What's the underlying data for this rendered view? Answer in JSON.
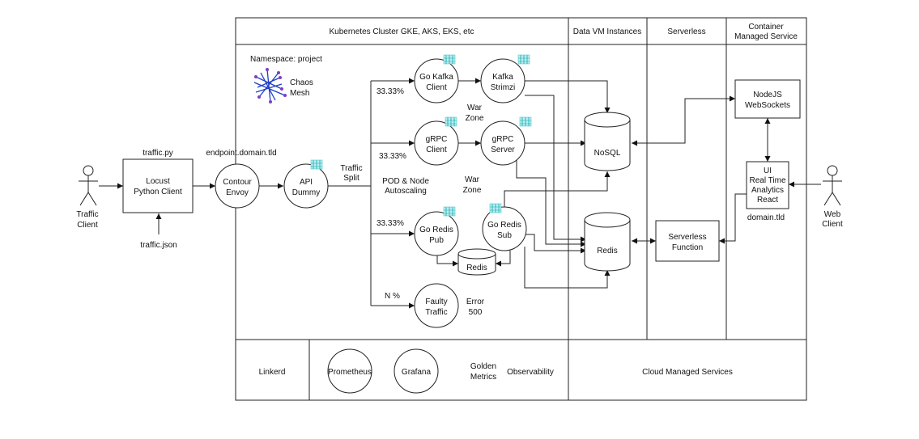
{
  "header": {
    "k8s": "Kubernetes Cluster GKE, AKS, EKS, etc",
    "data_vm": "Data VM Instances",
    "serverless": "Serverless",
    "container_1": "Container",
    "container_2": "Managed Service"
  },
  "namespace": "Namespace: project",
  "chaos": [
    "Chaos",
    "Mesh"
  ],
  "actors": {
    "traffic_client": [
      "Traffic",
      "Client"
    ],
    "web_client": [
      "Web",
      "Client"
    ]
  },
  "labels": {
    "traffic_py": "traffic.py",
    "traffic_json": "traffic.json",
    "endpoint": "endpoint.domain.tld",
    "traffic_split": [
      "Traffic",
      "Split"
    ],
    "pct_top": "33.33%",
    "pct_mid": "33.33%",
    "pct_low": "33.33%",
    "pct_n": "N %",
    "pod_autoscaling": [
      "POD & Node",
      "Autoscaling"
    ],
    "war_zone_1": [
      "War",
      "Zone"
    ],
    "war_zone_2": [
      "War",
      "Zone"
    ],
    "error_500": [
      "Error",
      "500"
    ],
    "domain_tld": "domain.tld"
  },
  "nodes": {
    "locust": [
      "Locust",
      "Python Client"
    ],
    "contour": [
      "Contour",
      "Envoy"
    ],
    "api_dummy": [
      "API",
      "Dummy"
    ],
    "go_kafka": [
      "Go Kafka",
      "Client"
    ],
    "kafka": [
      "Kafka",
      "Strimzi"
    ],
    "grpc_client": [
      "gRPC",
      "Client"
    ],
    "grpc_server": [
      "gRPC",
      "Server"
    ],
    "redis_pub": [
      "Go Redis",
      "Pub"
    ],
    "redis_sub": [
      "Go Redis",
      "Sub"
    ],
    "redis_small": "Redis",
    "faulty": [
      "Faulty",
      "Traffic"
    ],
    "nosql": "NoSQL",
    "redis_db": "Redis",
    "serverless_fn": [
      "Serverless",
      "Function"
    ],
    "nodejs": [
      "NodeJS",
      "WebSockets"
    ],
    "ui": [
      "UI",
      "Real Time",
      "Analytics",
      "React"
    ]
  },
  "bottom": {
    "linkerd": "Linkerd",
    "prometheus": "Prometheus",
    "grafana": "Grafana",
    "golden": [
      "Golden",
      "Metrics"
    ],
    "observability": "Observability",
    "cloud": "Cloud Managed Services"
  }
}
